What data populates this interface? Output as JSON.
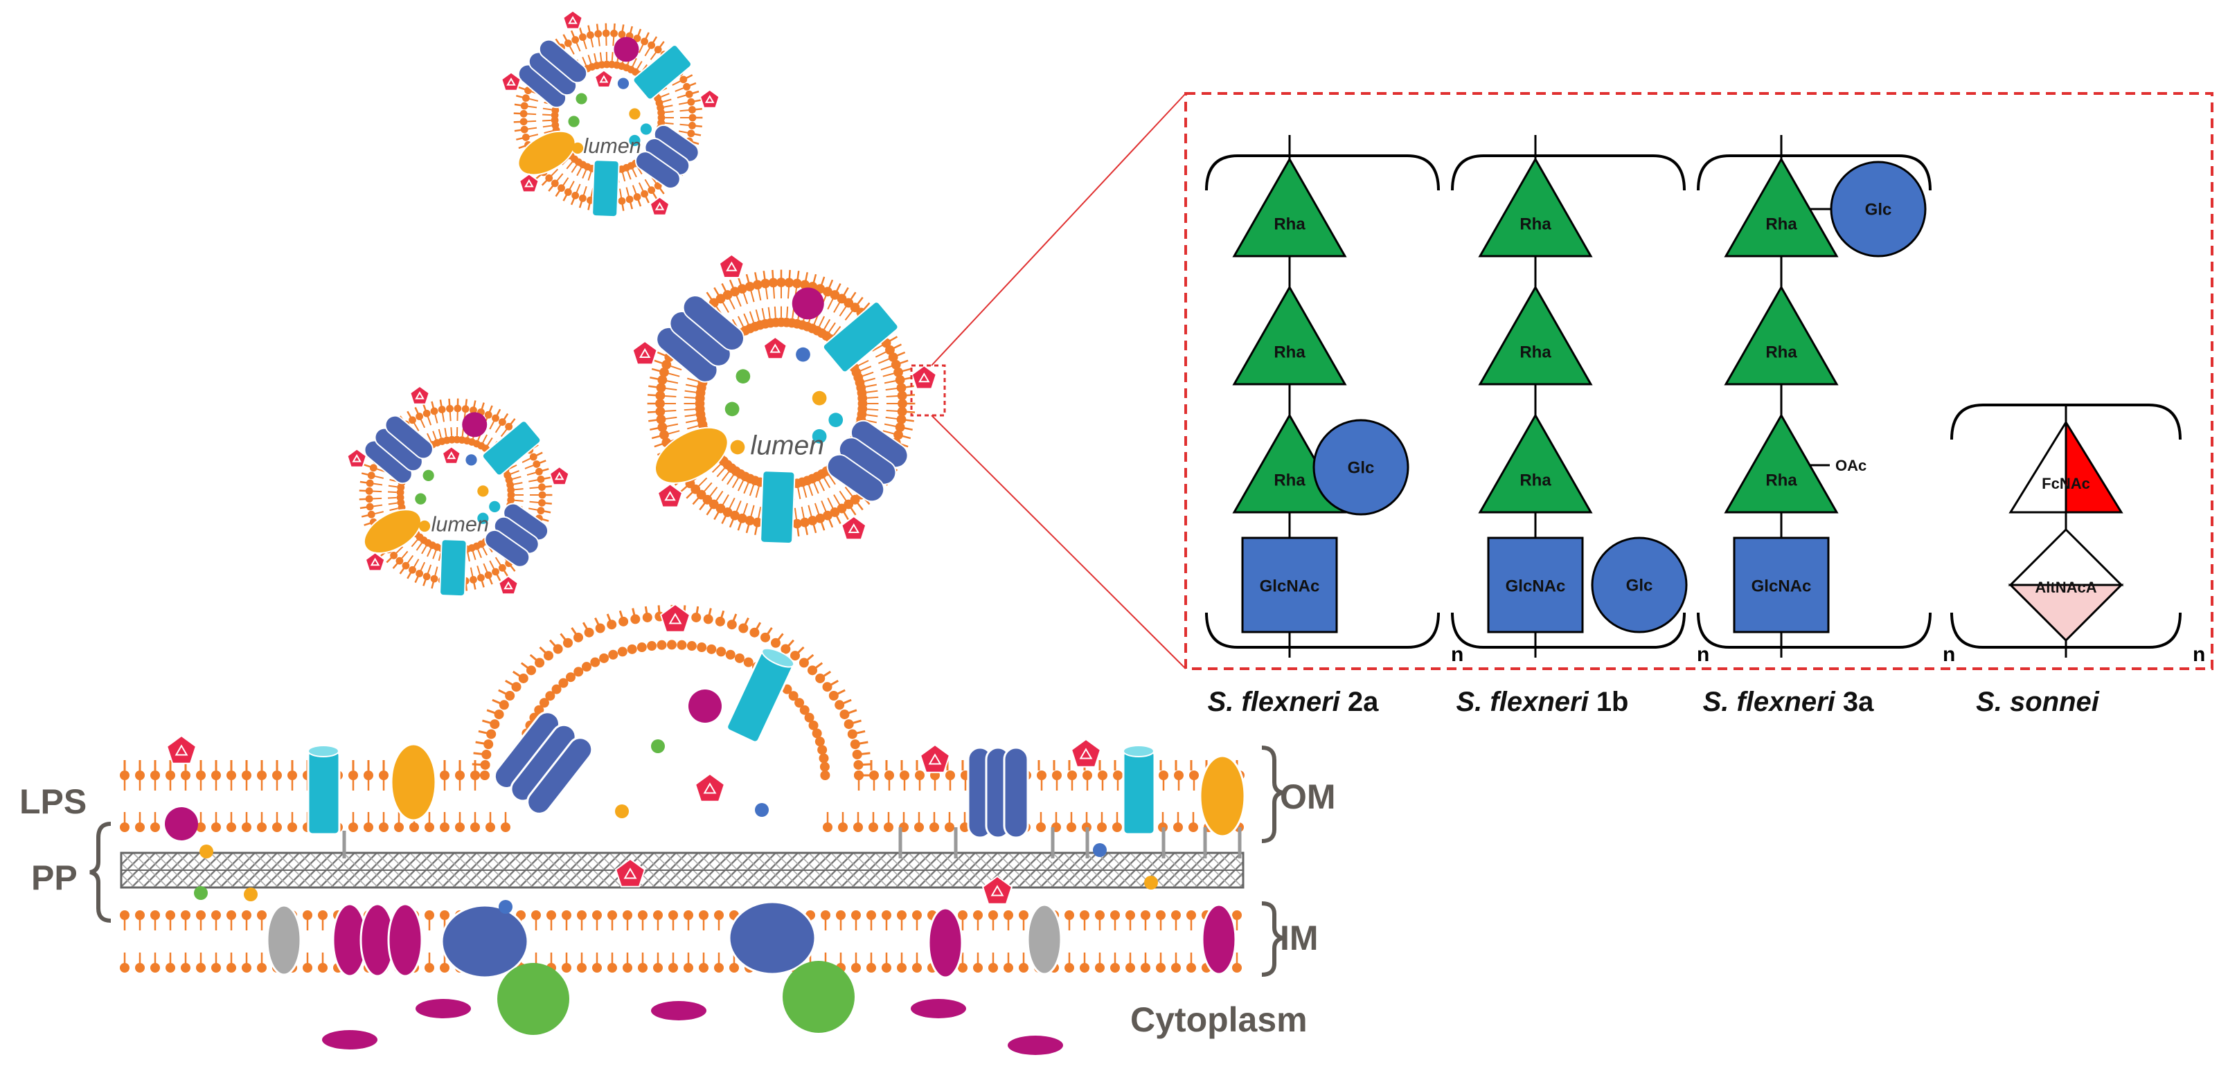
{
  "colors": {
    "lipid": "#f07d2a",
    "rha": "#14a34a",
    "glc": "#4472c4",
    "glcnac": "#4472c4",
    "fucnac": "#ff0000",
    "altnaca": "#f8cfcf",
    "dashed_box": "#e03030",
    "label_gray": "#5f5a55",
    "porin": "#4a64b0",
    "cyan_protein": "#1fb7cf",
    "yellow_protein": "#f5a81c",
    "magenta_protein": "#b5127a",
    "red_pentagon": "#e8274b",
    "green_blob": "#62b846",
    "gray_protein": "#a9a9a9"
  },
  "membrane": {
    "labels": {
      "lps": "LPS",
      "pp": "PP",
      "om": "OM",
      "im": "IM",
      "cytoplasm": "Cytoplasm"
    },
    "vesicle_lumen_label": "lumen"
  },
  "structures": {
    "sugar_names": {
      "rha": "Rha",
      "glc": "Glc",
      "glcnac": "GlcNAc",
      "oac": "OAc",
      "fucnac": "FcNAc",
      "altnaca": "AltNAcA"
    },
    "repeat_label": "n",
    "captions": [
      {
        "species": "S. flexneri",
        "serotype": "2a"
      },
      {
        "species": "S. flexneri",
        "serotype": "1b"
      },
      {
        "species": "S. flexneri",
        "serotype": "3a"
      },
      {
        "species": "S. sonnei",
        "serotype": ""
      }
    ]
  }
}
